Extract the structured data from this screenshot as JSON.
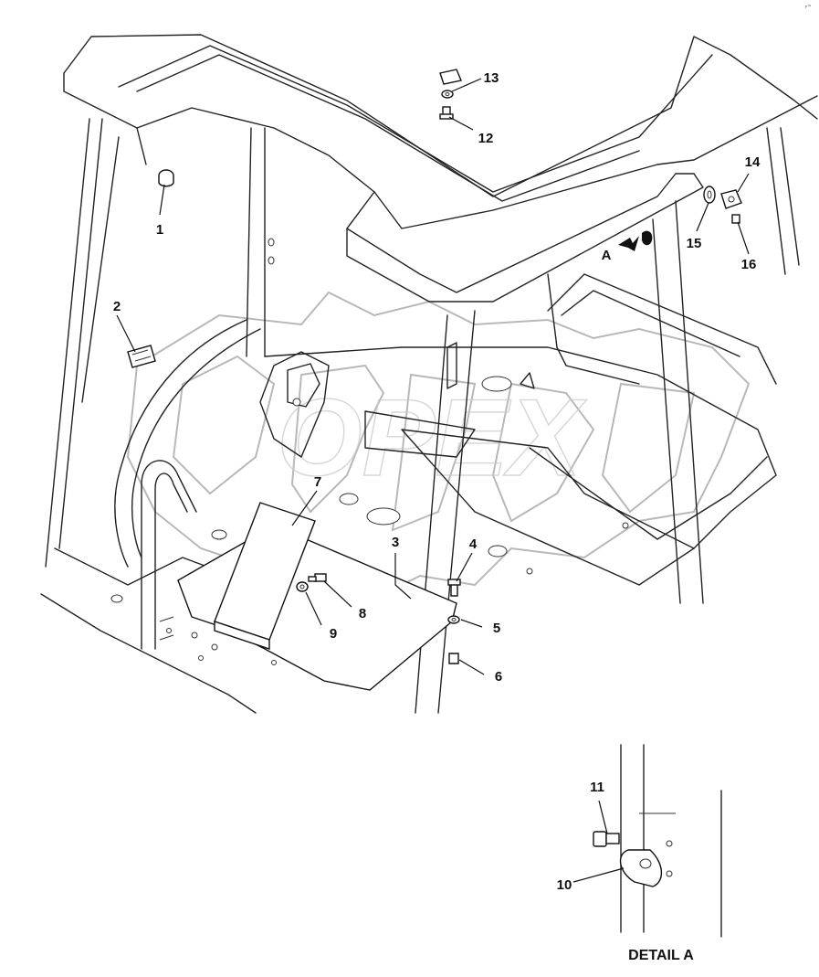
{
  "diagram": {
    "callouts": [
      "1",
      "2",
      "3",
      "4",
      "5",
      "6",
      "7",
      "8",
      "9",
      "10",
      "11",
      "12",
      "13",
      "14",
      "15",
      "16"
    ],
    "view_marker": "A",
    "detail_caption": "DETAIL A",
    "watermark": "OPEX",
    "corner_mark": "p™"
  }
}
